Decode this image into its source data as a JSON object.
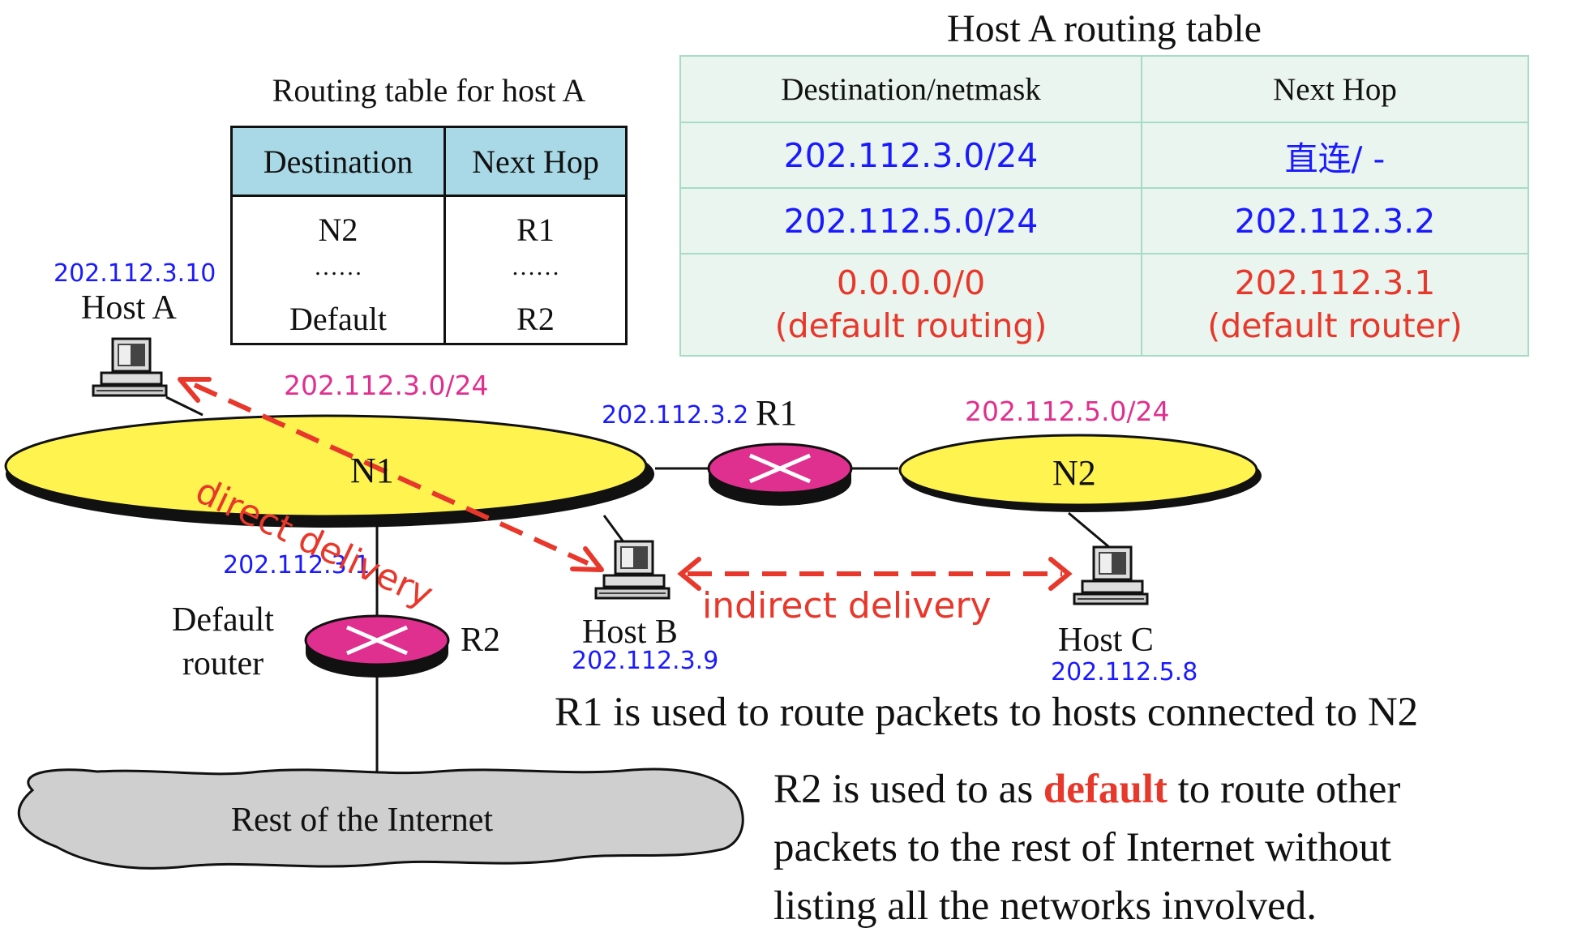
{
  "small_table": {
    "title": "Routing table for host A",
    "headers": [
      "Destination",
      "Next Hop"
    ],
    "rows": [
      [
        "N2",
        "R1"
      ],
      [
        "……",
        "……"
      ],
      [
        "Default",
        "R2"
      ]
    ]
  },
  "big_table": {
    "title": "Host A routing table",
    "headers": [
      "Destination/netmask",
      "Next Hop"
    ],
    "rows": [
      {
        "dest": "202.112.3.0/24",
        "hop": "直连/ -",
        "color": "#1a1aff"
      },
      {
        "dest": "202.112.5.0/24",
        "hop": "202.112.3.2",
        "color": "#1a1aff"
      },
      {
        "dest": "0.0.0.0/0",
        "dest_note": "(default routing)",
        "hop": "202.112.3.1",
        "hop_note": "(default router)",
        "color": "#e8372b"
      }
    ]
  },
  "diagram": {
    "host_a": {
      "label": "Host A",
      "ip": "202.112.3.10"
    },
    "host_b": {
      "label": "Host B",
      "ip": "202.112.3.9"
    },
    "host_c": {
      "label": "Host C",
      "ip": "202.112.5.8"
    },
    "n1": {
      "label": "N1",
      "network": "202.112.3.0/24"
    },
    "n2": {
      "label": "N2",
      "network": "202.112.5.0/24"
    },
    "r1": {
      "label": "R1",
      "ip": "202.112.3.2"
    },
    "r2": {
      "label": "R2",
      "ip": "202.112.3.1",
      "role_line1": "Default",
      "role_line2": "router"
    },
    "internet": "Rest of the Internet",
    "direct_label": "direct delivery",
    "indirect_label": "indirect delivery"
  },
  "notes": {
    "r1_caption": "R1 is used to route packets to hosts connected to N2",
    "r2_pre": "R2 is used to as ",
    "r2_emph": "default",
    "r2_post": " to route other",
    "r2_line2": "packets to the rest of Internet without",
    "r2_line3": "listing all the networks involved."
  },
  "colors": {
    "ip": "#1a1aff",
    "network": "#e0308f",
    "arrow": "#e8372b",
    "router": "#e0308f",
    "ellipse": "#fff44f"
  }
}
